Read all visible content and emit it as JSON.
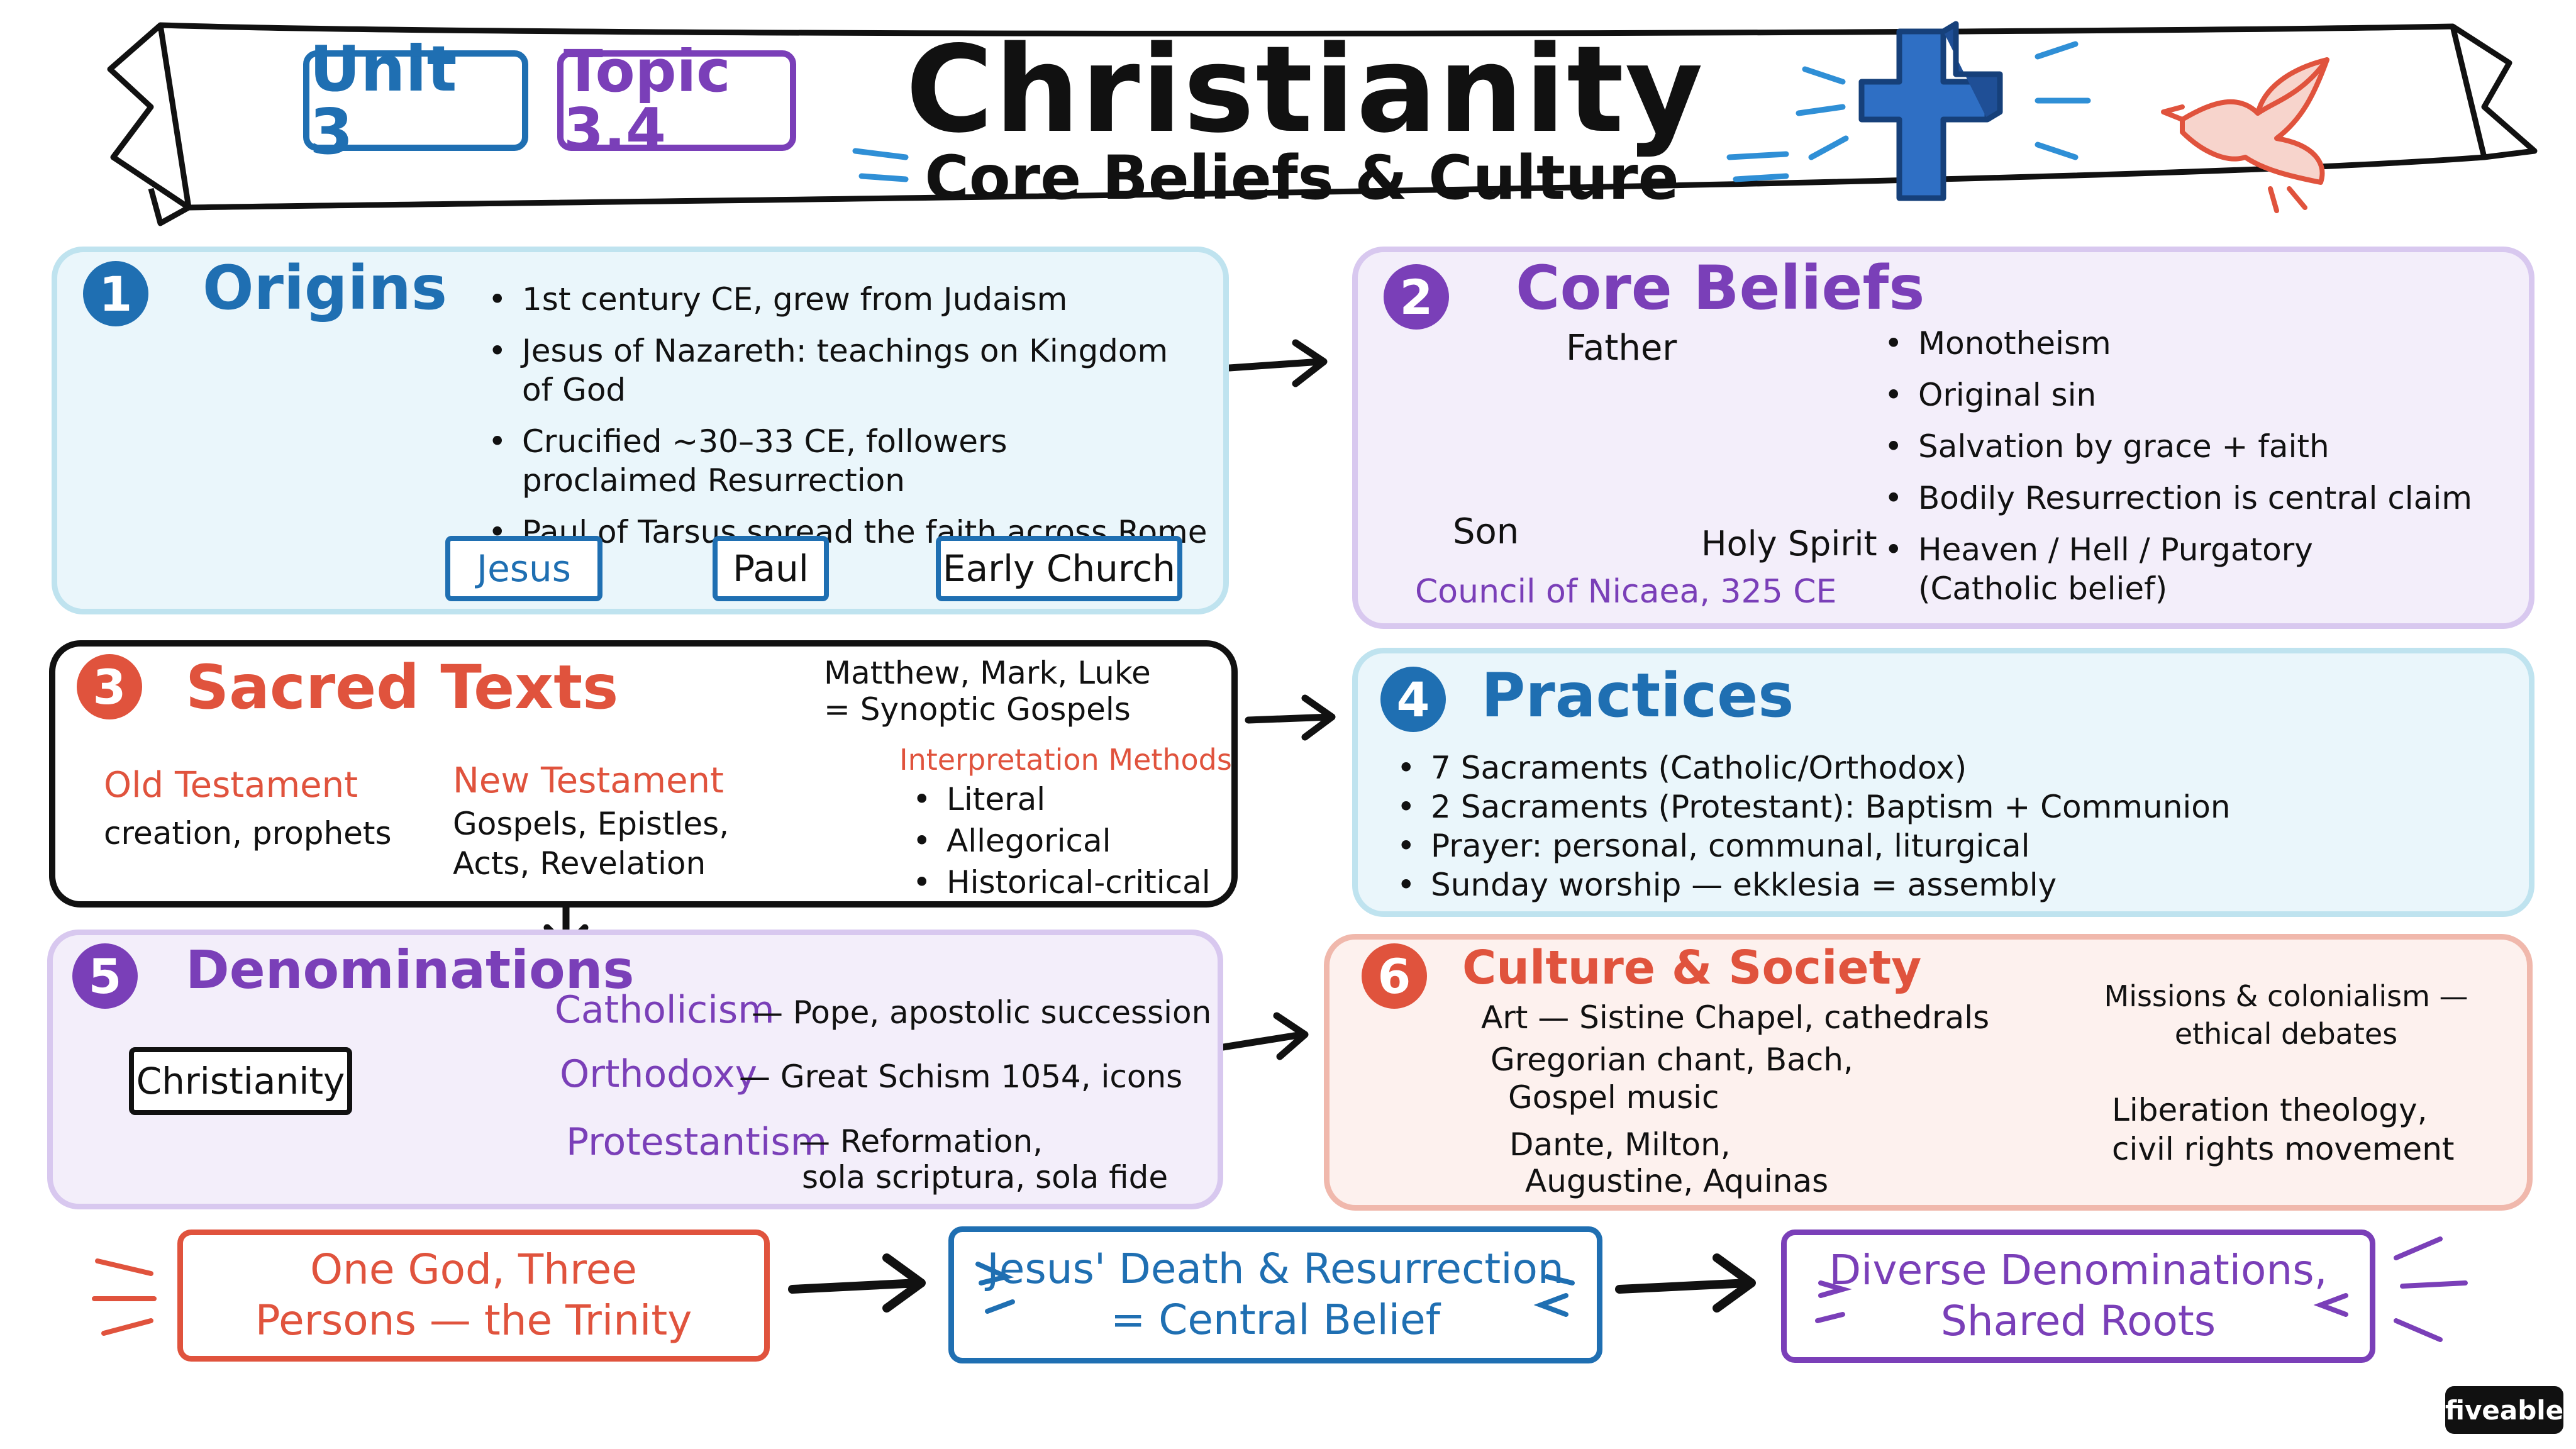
{
  "header": {
    "unit": "Unit 3",
    "topic": "Topic 3.4",
    "title": "Christianity",
    "subtitle": "Core Beliefs & Culture"
  },
  "colors": {
    "blue": "#1f6fb2",
    "purple": "#7a3fb8",
    "red": "#e0533d",
    "blue_fill": "#eaf6fb",
    "purple_fill": "#f3eefa",
    "red_fill": "#fdf1ee"
  },
  "origins": {
    "number": "1",
    "title": "Origins",
    "bullets": [
      "1st century CE, grew from Judaism",
      "Jesus of Nazareth: teachings on Kingdom of God",
      "Crucified ~30–33 CE, followers proclaimed Resurrection",
      "Paul of Tarsus spread the faith across Rome"
    ],
    "flow": [
      "Jesus",
      "Paul",
      "Early Church"
    ]
  },
  "core_beliefs": {
    "number": "2",
    "title": "Core Beliefs",
    "trinity": {
      "top": "Father",
      "left": "Son",
      "right": "Holy Spirit"
    },
    "council": "Council of Nicaea, 325 CE",
    "bullets": [
      "Monotheism",
      "Original sin",
      "Salvation by grace + faith",
      "Bodily Resurrection is central claim",
      "Heaven / Hell / Purgatory (Catholic belief)"
    ]
  },
  "sacred_texts": {
    "number": "3",
    "title": "Sacred Texts",
    "old_testament": {
      "label": "Old Testament",
      "desc": "creation, prophets"
    },
    "new_testament": {
      "label": "New Testament",
      "desc_1": "Gospels, Epistles,",
      "desc_2": "Acts, Revelation"
    },
    "synoptic_1": "Matthew, Mark, Luke",
    "synoptic_2": "= Synoptic Gospels",
    "interp_title": "Interpretation Methods",
    "interp": [
      "Literal",
      "Allegorical",
      "Historical-critical"
    ]
  },
  "practices": {
    "number": "4",
    "title": "Practices",
    "bullets": [
      "7 Sacraments (Catholic/Orthodox)",
      "2 Sacraments (Protestant): Baptism + Communion",
      "Prayer: personal, communal, liturgical",
      "Sunday worship — ekklesia = assembly"
    ]
  },
  "denominations": {
    "number": "5",
    "title": "Denominations",
    "root": "Christianity",
    "branches": [
      {
        "name": "Catholicism",
        "desc": "— Pope, apostolic succession"
      },
      {
        "name": "Orthodoxy",
        "desc": "— Great Schism 1054, icons"
      },
      {
        "name": "Protestantism",
        "desc": "— Reformation,",
        "desc_2": "sola scriptura, sola fide"
      }
    ]
  },
  "culture": {
    "number": "6",
    "title": "Culture & Society",
    "art": "Art — Sistine Chapel, cathedrals",
    "music_1": "Gregorian chant, Bach,",
    "music_2": "Gospel music",
    "lit_1": "Dante, Milton,",
    "lit_2": "Augustine, Aquinas",
    "speech": "Missions & colonialism — ethical debates",
    "liberation_1": "Liberation theology,",
    "liberation_2": "civil rights movement"
  },
  "bottom": {
    "box1": "One God, Three Persons — the Trinity",
    "box2_1": "Jesus' Death & Resurrection",
    "box2_2": "= Central Belief",
    "box3_1": "Diverse Denominations,",
    "box3_2": "Shared Roots"
  },
  "brand": "fiveable"
}
